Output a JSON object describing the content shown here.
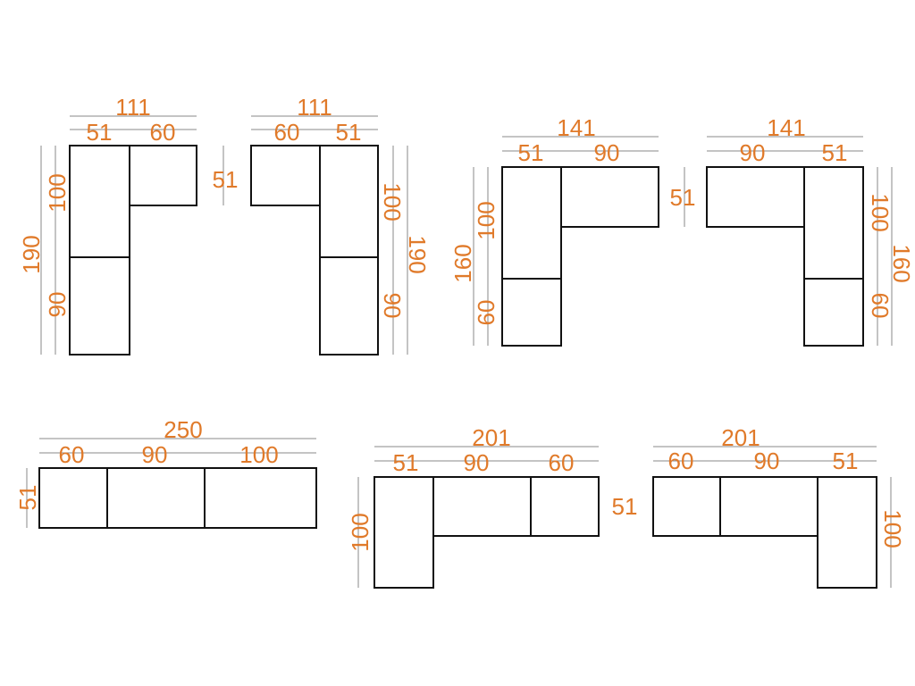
{
  "colors": {
    "label": "#e07a2a",
    "outline": "#111111",
    "dimension_line": "#8a8a8a",
    "background": "#ffffff"
  },
  "layouts": [
    {
      "id": "l-right",
      "labels": {
        "total_width": "111",
        "seg_1": "51",
        "seg_2": "60",
        "total_height": "190",
        "h_1": "100",
        "h_2": "90",
        "depth": "51"
      }
    },
    {
      "id": "l-left",
      "labels": {
        "total_width": "111",
        "seg_1": "60",
        "seg_2": "51",
        "total_height": "190",
        "h_1": "100",
        "h_2": "90",
        "depth": "51"
      }
    },
    {
      "id": "l-short-right",
      "labels": {
        "total_width": "141",
        "seg_1": "51",
        "seg_2": "90",
        "total_height": "160",
        "h_1": "100",
        "h_2": "60",
        "depth": "51"
      }
    },
    {
      "id": "l-short-left",
      "labels": {
        "total_width": "141",
        "seg_1": "90",
        "seg_2": "51",
        "total_height": "160",
        "h_1": "100",
        "h_2": "60",
        "depth": "51"
      }
    },
    {
      "id": "straight",
      "labels": {
        "total_width": "250",
        "seg_1": "60",
        "seg_2": "90",
        "seg_3": "100",
        "depth": "51"
      }
    },
    {
      "id": "corner-left",
      "labels": {
        "total_width": "201",
        "seg_1": "51",
        "seg_2": "90",
        "seg_3": "60",
        "height": "100",
        "depth": "51"
      }
    },
    {
      "id": "corner-right",
      "labels": {
        "total_width": "201",
        "seg_1": "60",
        "seg_2": "90",
        "seg_3": "51",
        "height": "100",
        "depth": "51"
      }
    }
  ]
}
